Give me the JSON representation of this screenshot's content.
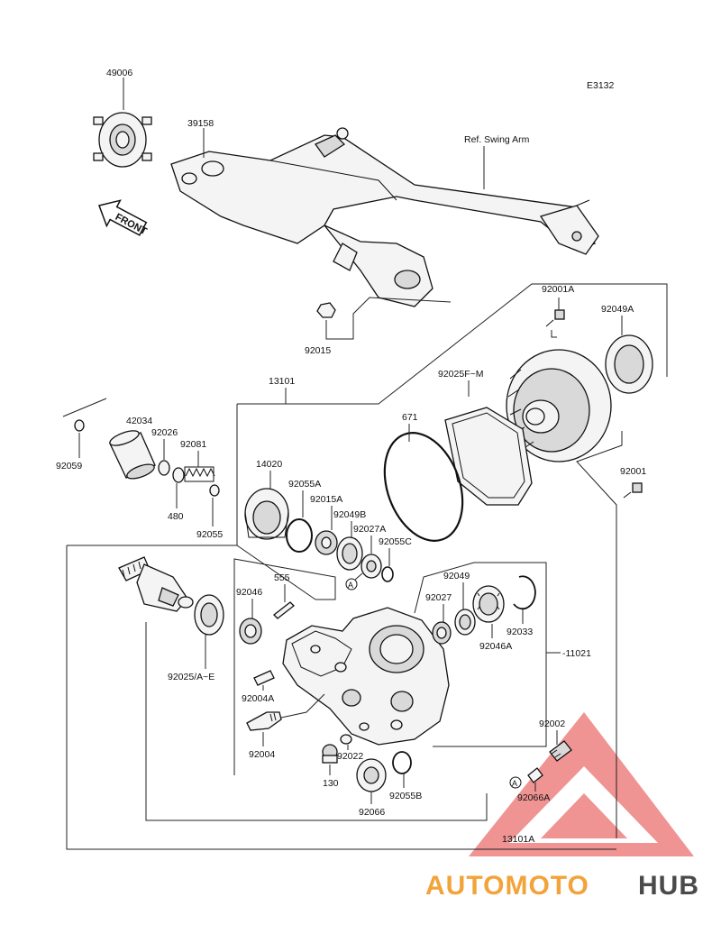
{
  "diagram_code": "E3132",
  "ref_note": "Ref. Swing Arm",
  "front_label": "FRONT",
  "part_labels": {
    "p49006": "49006",
    "p39158": "39158",
    "p92015": "92015",
    "p13101": "13101",
    "p92001A": "92001A",
    "p92049A": "92049A",
    "p92025FM": "92025F~M",
    "p671": "671",
    "p92001": "92001",
    "p42034": "42034",
    "p92026": "92026",
    "p92081": "92081",
    "p92059": "92059",
    "p480": "480",
    "p92055": "92055",
    "p14020": "14020",
    "p92055A": "92055A",
    "p92015A": "92015A",
    "p92049B": "92049B",
    "p92027A": "92027A",
    "p92055C": "92055C",
    "p555": "555",
    "p92046": "92046",
    "p92049": "92049",
    "p92027": "92027",
    "p92033": "92033",
    "p92046A": "92046A",
    "p11021": "-11021",
    "p92025AE": "92025/A~E",
    "p92004A": "92004A",
    "p92004": "92004",
    "p92022": "92022",
    "p130": "130",
    "p92066": "92066",
    "p92055B": "92055B",
    "p92002": "92002",
    "p92066A": "92066A",
    "p13101A": "13101A"
  },
  "marker_a": "A",
  "watermark": {
    "brand_part1": "AUTOMOTO",
    "brand_part2": "HUB",
    "color_part1": "#f2a33a",
    "color_part2": "#4a4a4a",
    "triangle_color": "#e23b3b"
  }
}
